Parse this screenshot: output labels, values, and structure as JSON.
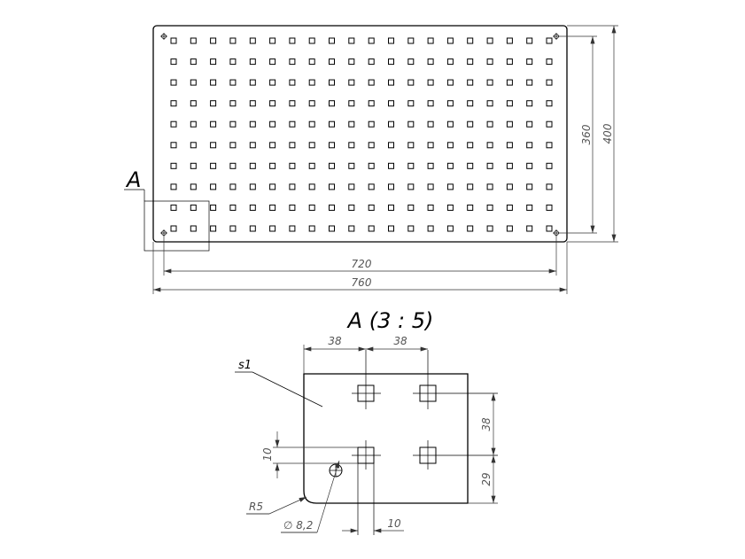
{
  "plate": {
    "holes_per_row": 20,
    "hole_rows": 10,
    "dimensions": {
      "hole_span_width": "720",
      "overall_width": "760",
      "hole_span_height": "360",
      "overall_height": "400"
    },
    "detail_marker": "A"
  },
  "detail": {
    "title": "A (3 : 5)",
    "part_label": "s1",
    "dim_pitch_x_1": "38",
    "dim_pitch_x_2": "38",
    "dim_pitch_y": "38",
    "dim_edge_bottom": "29",
    "dim_offset_y": "10",
    "dim_offset_x": "10",
    "radius_label": "R5",
    "diameter_label": "∅ 8,2"
  }
}
